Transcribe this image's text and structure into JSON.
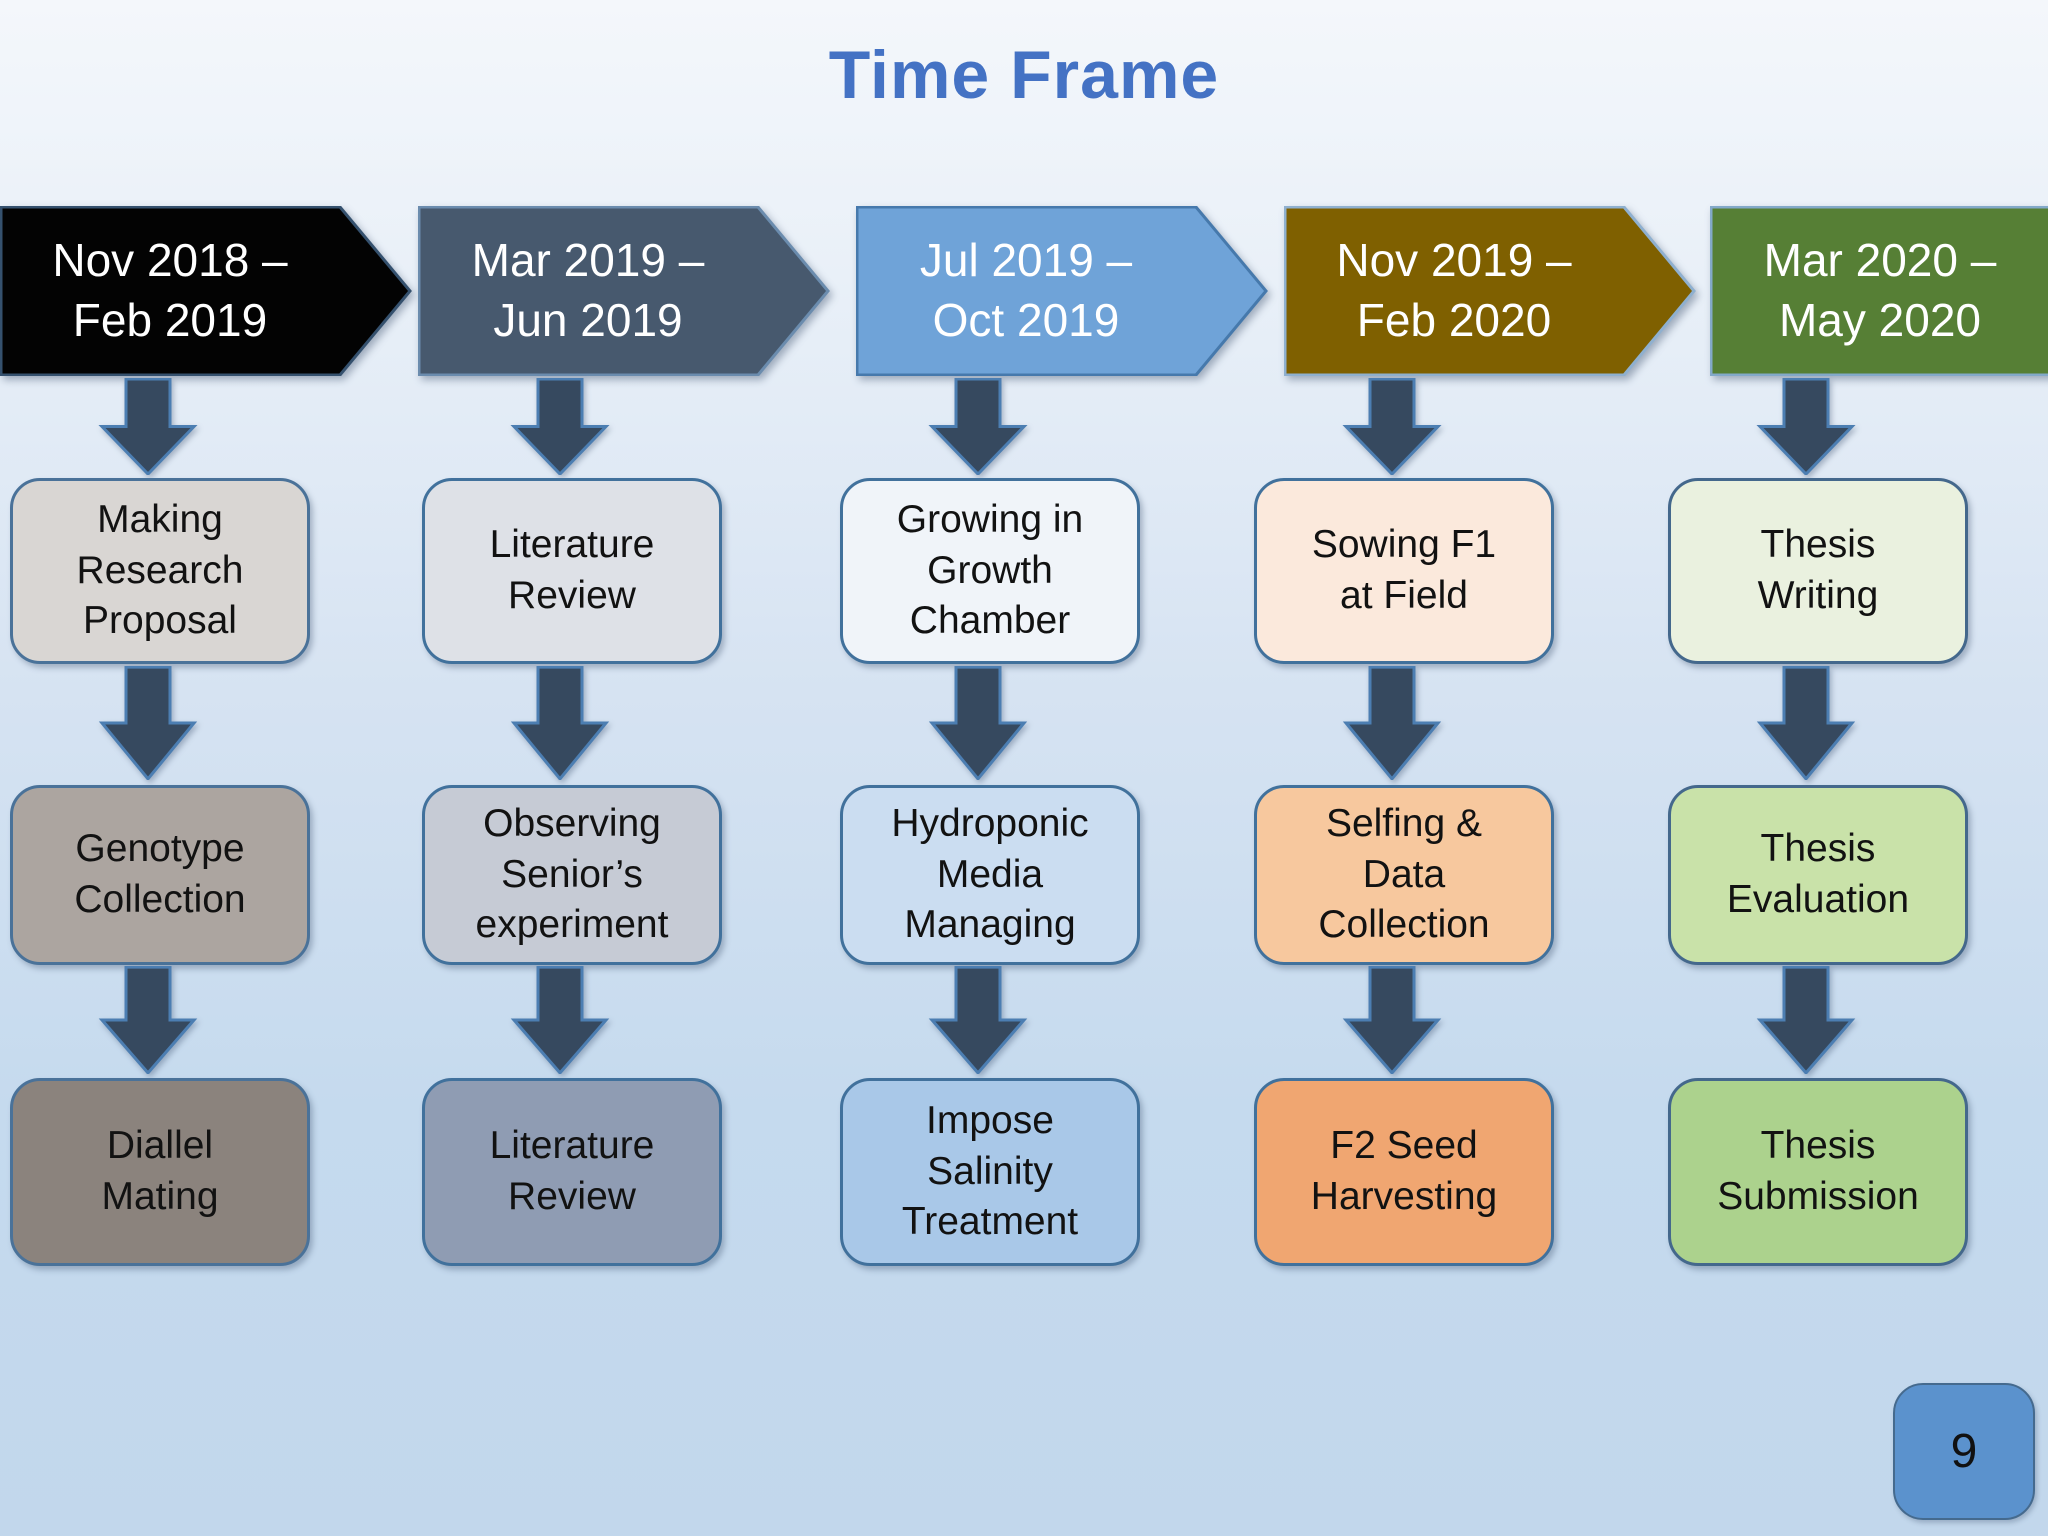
{
  "slide": {
    "title": "Time Frame",
    "title_color": "#4472C4",
    "page_number": "9",
    "badge": {
      "fill": "#5B92CD",
      "border": "#456A8E"
    },
    "background": {
      "top": "#F4F7FB",
      "bottom": "#C2D7EC"
    },
    "connector": {
      "fill": "#36495F",
      "stroke": "#4C7EB2"
    }
  },
  "columns": [
    {
      "header": {
        "lines": [
          "Nov 2018 –",
          "Feb 2019"
        ],
        "fill": "#030303",
        "stroke": "#35516E",
        "text_color": "#FFFFFF"
      },
      "boxes": [
        {
          "lines": [
            "Making",
            "Research",
            "Proposal"
          ],
          "fill": "#D9D6D3",
          "stroke": "#4A7299"
        },
        {
          "lines": [
            "Genotype",
            "Collection"
          ],
          "fill": "#ACA5A0",
          "stroke": "#4A7299"
        },
        {
          "lines": [
            "Diallel",
            "Mating"
          ],
          "fill": "#8B837D",
          "stroke": "#4A7299"
        }
      ]
    },
    {
      "header": {
        "lines": [
          "Mar 2019 –",
          "Jun 2019"
        ],
        "fill": "#47596E",
        "stroke": "#6B8CAE",
        "text_color": "#FFFFFF"
      },
      "boxes": [
        {
          "lines": [
            "Literature",
            "Review"
          ],
          "fill": "#DEE1E7",
          "stroke": "#41719C"
        },
        {
          "lines": [
            "Observing",
            "Senior’s",
            "experiment"
          ],
          "fill": "#C6CBD5",
          "stroke": "#41719C"
        },
        {
          "lines": [
            "Literature",
            "Review"
          ],
          "fill": "#8F9CB3",
          "stroke": "#41719C"
        }
      ]
    },
    {
      "header": {
        "lines": [
          "Jul 2019 –",
          "Oct 2019"
        ],
        "fill": "#6FA3D8",
        "stroke": "#4679AC",
        "text_color": "#FFFFFF"
      },
      "boxes": [
        {
          "lines": [
            "Growing in",
            "Growth",
            "Chamber"
          ],
          "fill": "#F0F4F9",
          "stroke": "#41719C"
        },
        {
          "lines": [
            "Hydroponic",
            "Media",
            "Managing"
          ],
          "fill": "#CBDDF1",
          "stroke": "#41719C"
        },
        {
          "lines": [
            "Impose",
            "Salinity",
            "Treatment"
          ],
          "fill": "#A9C8E8",
          "stroke": "#41719C"
        }
      ]
    },
    {
      "header": {
        "lines": [
          "Nov 2019 –",
          "Feb 2020"
        ],
        "fill": "#7F6000",
        "stroke": "#8FB0CF",
        "text_color": "#FFFFFF"
      },
      "boxes": [
        {
          "lines": [
            "Sowing F1",
            "at Field"
          ],
          "fill": "#FBE9DC",
          "stroke": "#41719C"
        },
        {
          "lines": [
            "Selfing &",
            "Data",
            "Collection"
          ],
          "fill": "#F7C89E",
          "stroke": "#41719C"
        },
        {
          "lines": [
            "F2 Seed",
            "Harvesting"
          ],
          "fill": "#F0A671",
          "stroke": "#41719C"
        }
      ]
    },
    {
      "header": {
        "lines": [
          "Mar 2020 –",
          "May 2020"
        ],
        "fill": "#567F35",
        "stroke": "#83A9C9",
        "text_color": "#FFFFFF"
      },
      "boxes": [
        {
          "lines": [
            "Thesis",
            "Writing"
          ],
          "fill": "#EAF1DF",
          "stroke": "#44688C"
        },
        {
          "lines": [
            "Thesis",
            "Evaluation"
          ],
          "fill": "#C9E2A9",
          "stroke": "#44688C"
        },
        {
          "lines": [
            "Thesis",
            "Submission"
          ],
          "fill": "#ACD28D",
          "stroke": "#44688C"
        }
      ]
    }
  ]
}
